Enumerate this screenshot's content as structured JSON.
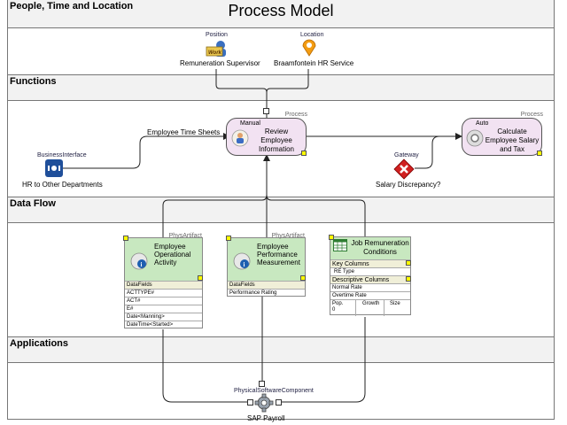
{
  "title": "Process Model",
  "lanes": {
    "people": "People, Time and Location",
    "functions": "Functions",
    "dataflow": "Data Flow",
    "applications": "Applications"
  },
  "people": {
    "position_stereotype": "Position",
    "position_label": "Remuneration Supervisor",
    "work_text": "Work",
    "location_stereotype": "Location",
    "location_label": "Braamfontein HR Service"
  },
  "functions": {
    "bi_stereotype": "BusinessInterface",
    "bi_label": "HR to Other Departments",
    "flow_label": "Employee Time Sheets",
    "review": {
      "stereotype": "Manual",
      "type": "Process",
      "name": "Review Employee Information"
    },
    "calc": {
      "stereotype": "Auto",
      "type": "Process",
      "name": "Calculate Employee Salary and Tax"
    },
    "gateway_stereotype": "Gateway",
    "gateway_label": "Salary Discrepancy?"
  },
  "dataflow": {
    "artifact1": {
      "type": "PhysArtifact",
      "name": "Employee Operational Activity",
      "section": "DataFields",
      "fields": [
        "ACTTYPE#",
        "ACT#",
        "E#",
        "Date<Manning>",
        "DateTime<Started>"
      ]
    },
    "artifact2": {
      "type": "PhysArtifact",
      "name": "Employee Performance Measurement",
      "section": "DataFields",
      "fields": [
        "Performance Rating"
      ]
    },
    "table": {
      "name": "Job Remuneration Conditions",
      "key_header": "Key Columns",
      "key_cols": [
        "RE Type"
      ],
      "desc_header": "Descriptive Columns",
      "desc_cols": [
        "Normal Rate",
        "Overtime Rate"
      ],
      "bottom": [
        "Pop.",
        "Growth",
        "Size"
      ],
      "bottom_value": "0"
    }
  },
  "applications": {
    "stereotype": "PhysicalSoftwareComponent",
    "name": "SAP Payroll"
  }
}
